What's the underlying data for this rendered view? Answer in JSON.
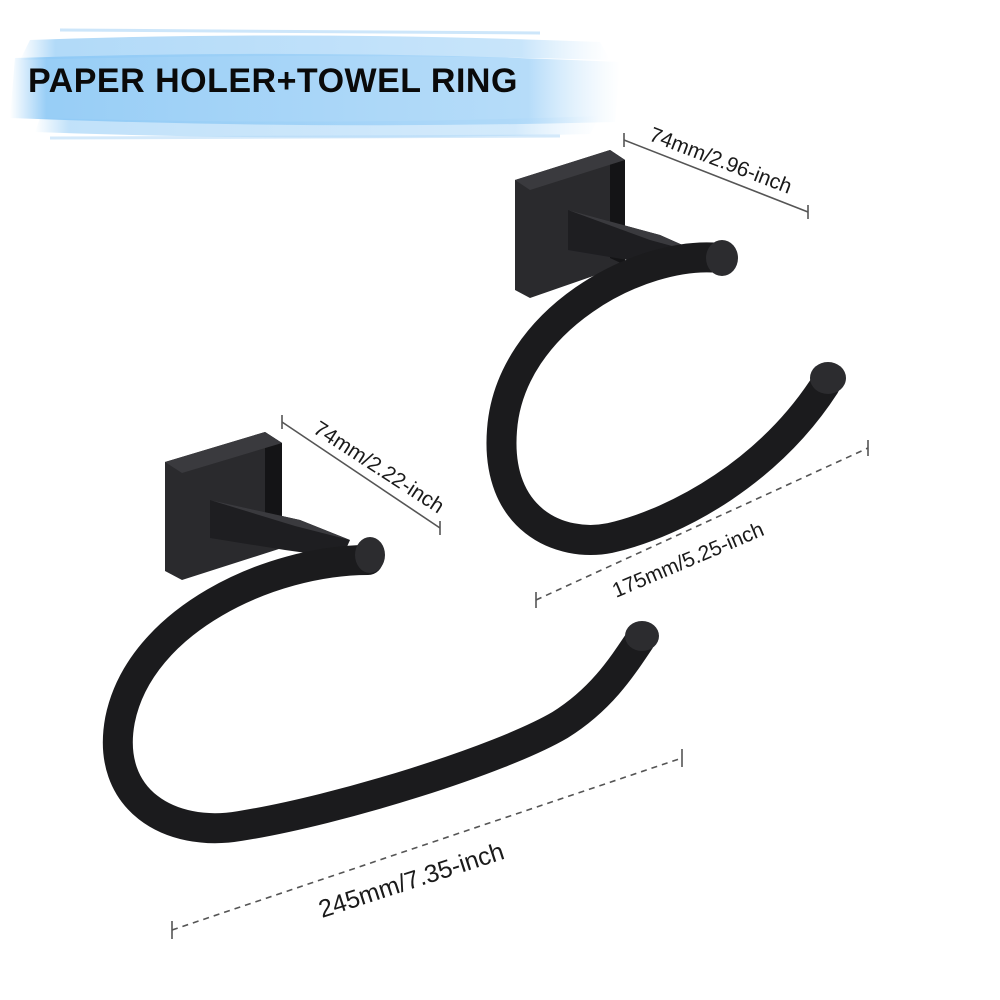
{
  "title": "PAPER HOLER+TOWEL RING",
  "dimensions": {
    "small_base": "74mm/2.96-inch",
    "small_width": "175mm/5.25-inch",
    "large_base": "74mm/2.22-inch",
    "large_width": "245mm/7.35-inch"
  },
  "colors": {
    "banner": "#8cc8f5",
    "product": "#1b1b1d",
    "dimension_line": "#555555"
  }
}
